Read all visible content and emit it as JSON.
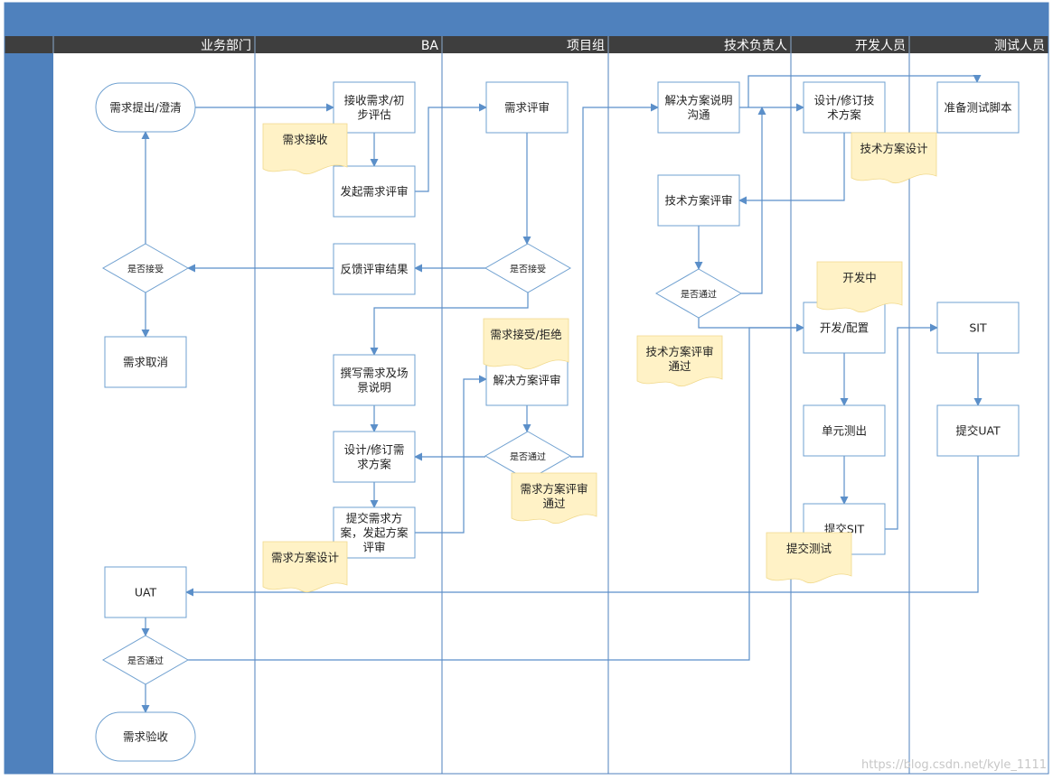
{
  "lanes": [
    {
      "id": "biz",
      "label": "业务部门"
    },
    {
      "id": "ba",
      "label": "BA"
    },
    {
      "id": "pm",
      "label": "项目组"
    },
    {
      "id": "tech",
      "label": "技术负责人"
    },
    {
      "id": "dev",
      "label": "开发人员"
    },
    {
      "id": "test",
      "label": "测试人员"
    }
  ],
  "nodes": [
    {
      "id": "n_submit",
      "shape": "terminal",
      "lines": [
        "需求提出/澄清"
      ]
    },
    {
      "id": "n_accept_dec",
      "shape": "decision",
      "lines": [
        "是否接受"
      ]
    },
    {
      "id": "n_cancel",
      "shape": "process",
      "lines": [
        "需求取消"
      ]
    },
    {
      "id": "n_uat",
      "shape": "process",
      "lines": [
        "UAT"
      ]
    },
    {
      "id": "n_uat_dec",
      "shape": "decision",
      "lines": [
        "是否通过"
      ]
    },
    {
      "id": "n_done",
      "shape": "terminal",
      "lines": [
        "需求验收"
      ]
    },
    {
      "id": "n_receive",
      "shape": "process",
      "lines": [
        "接收需求/初",
        "步评估"
      ]
    },
    {
      "id": "n_start_review",
      "shape": "process",
      "lines": [
        "发起需求评审"
      ]
    },
    {
      "id": "n_feedback",
      "shape": "process",
      "lines": [
        "反馈评审结果"
      ]
    },
    {
      "id": "n_write",
      "shape": "process",
      "lines": [
        "撰写需求及场",
        "景说明"
      ]
    },
    {
      "id": "n_design",
      "shape": "process",
      "lines": [
        "设计/修订需",
        "求方案"
      ]
    },
    {
      "id": "n_submit_plan",
      "shape": "process",
      "lines": [
        "提交需求方",
        "案，发起方案",
        "评审"
      ]
    },
    {
      "id": "n_review",
      "shape": "process",
      "lines": [
        "需求评审"
      ]
    },
    {
      "id": "n_review_dec",
      "shape": "decision",
      "lines": [
        "是否接受"
      ]
    },
    {
      "id": "n_plan_review",
      "shape": "process",
      "lines": [
        "解决方案评审"
      ]
    },
    {
      "id": "n_plan_dec",
      "shape": "decision",
      "lines": [
        "是否通过"
      ]
    },
    {
      "id": "n_explain",
      "shape": "process",
      "lines": [
        "解决方案说明",
        "沟通"
      ]
    },
    {
      "id": "n_tech_review",
      "shape": "process",
      "lines": [
        "技术方案评审"
      ]
    },
    {
      "id": "n_tech_dec",
      "shape": "decision",
      "lines": [
        "是否通过"
      ]
    },
    {
      "id": "n_tech_design",
      "shape": "process",
      "lines": [
        "设计/修订技",
        "术方案"
      ]
    },
    {
      "id": "n_dev",
      "shape": "process",
      "lines": [
        "开发/配置"
      ]
    },
    {
      "id": "n_unit",
      "shape": "process",
      "lines": [
        "单元测出"
      ]
    },
    {
      "id": "n_submit_sit",
      "shape": "process",
      "lines": [
        "提交SIT"
      ]
    },
    {
      "id": "n_test_script",
      "shape": "process",
      "lines": [
        "准备测试脚本"
      ]
    },
    {
      "id": "n_sit",
      "shape": "process",
      "lines": [
        "SIT"
      ]
    },
    {
      "id": "n_submit_uat",
      "shape": "process",
      "lines": [
        "提交UAT"
      ]
    }
  ],
  "notes": [
    {
      "id": "d_receive",
      "lines": [
        "需求接收"
      ]
    },
    {
      "id": "d_plan_design",
      "lines": [
        "需求方案设计"
      ]
    },
    {
      "id": "d_accept_reject",
      "lines": [
        "需求接受/拒绝"
      ]
    },
    {
      "id": "d_plan_pass",
      "lines": [
        "需求方案评审",
        "通过"
      ]
    },
    {
      "id": "d_tech_pass",
      "lines": [
        "技术方案评审",
        "通过"
      ]
    },
    {
      "id": "d_tech_design",
      "lines": [
        "技术方案设计"
      ]
    },
    {
      "id": "d_dev",
      "lines": [
        "开发中"
      ]
    },
    {
      "id": "d_submit_test",
      "lines": [
        "提交测试"
      ]
    }
  ],
  "edges": [
    {
      "from": "n_submit",
      "to": "n_receive"
    },
    {
      "from": "n_receive",
      "to": "n_start_review"
    },
    {
      "from": "n_start_review",
      "to": "n_review"
    },
    {
      "from": "n_review",
      "to": "n_review_dec"
    },
    {
      "from": "n_review_dec",
      "to": "n_feedback"
    },
    {
      "from": "n_feedback",
      "to": "n_accept_dec"
    },
    {
      "from": "n_accept_dec",
      "to": "n_submit"
    },
    {
      "from": "n_accept_dec",
      "to": "n_cancel"
    },
    {
      "from": "n_review_dec",
      "to": "n_write"
    },
    {
      "from": "n_write",
      "to": "n_design"
    },
    {
      "from": "n_design",
      "to": "n_submit_plan"
    },
    {
      "from": "n_submit_plan",
      "to": "n_plan_review"
    },
    {
      "from": "n_plan_review",
      "to": "n_plan_dec"
    },
    {
      "from": "n_plan_dec",
      "to": "n_design"
    },
    {
      "from": "n_plan_dec",
      "to": "n_explain"
    },
    {
      "from": "n_explain",
      "to": "n_tech_design"
    },
    {
      "from": "n_explain",
      "to": "n_test_script"
    },
    {
      "from": "n_tech_design",
      "to": "n_tech_review"
    },
    {
      "from": "n_tech_review",
      "to": "n_tech_dec"
    },
    {
      "from": "n_tech_dec",
      "to": "n_tech_design"
    },
    {
      "from": "n_tech_dec",
      "to": "n_dev"
    },
    {
      "from": "n_dev",
      "to": "n_unit"
    },
    {
      "from": "n_unit",
      "to": "n_submit_sit"
    },
    {
      "from": "n_submit_sit",
      "to": "n_sit"
    },
    {
      "from": "n_sit",
      "to": "n_submit_uat"
    },
    {
      "from": "n_submit_uat",
      "to": "n_uat"
    },
    {
      "from": "n_uat",
      "to": "n_uat_dec"
    },
    {
      "from": "n_uat_dec",
      "to": "n_dev"
    },
    {
      "from": "n_uat_dec",
      "to": "n_done"
    }
  ],
  "watermark": "https://blog.csdn.net/kyle_1111",
  "colors": {
    "header": "#4f81bd",
    "lane_header": "#3e3e3e",
    "lane_border": "#4f81bd",
    "node_border": "#6fa0d0",
    "edge": "#5b8fc9",
    "note_fill": "#fff2c6"
  }
}
